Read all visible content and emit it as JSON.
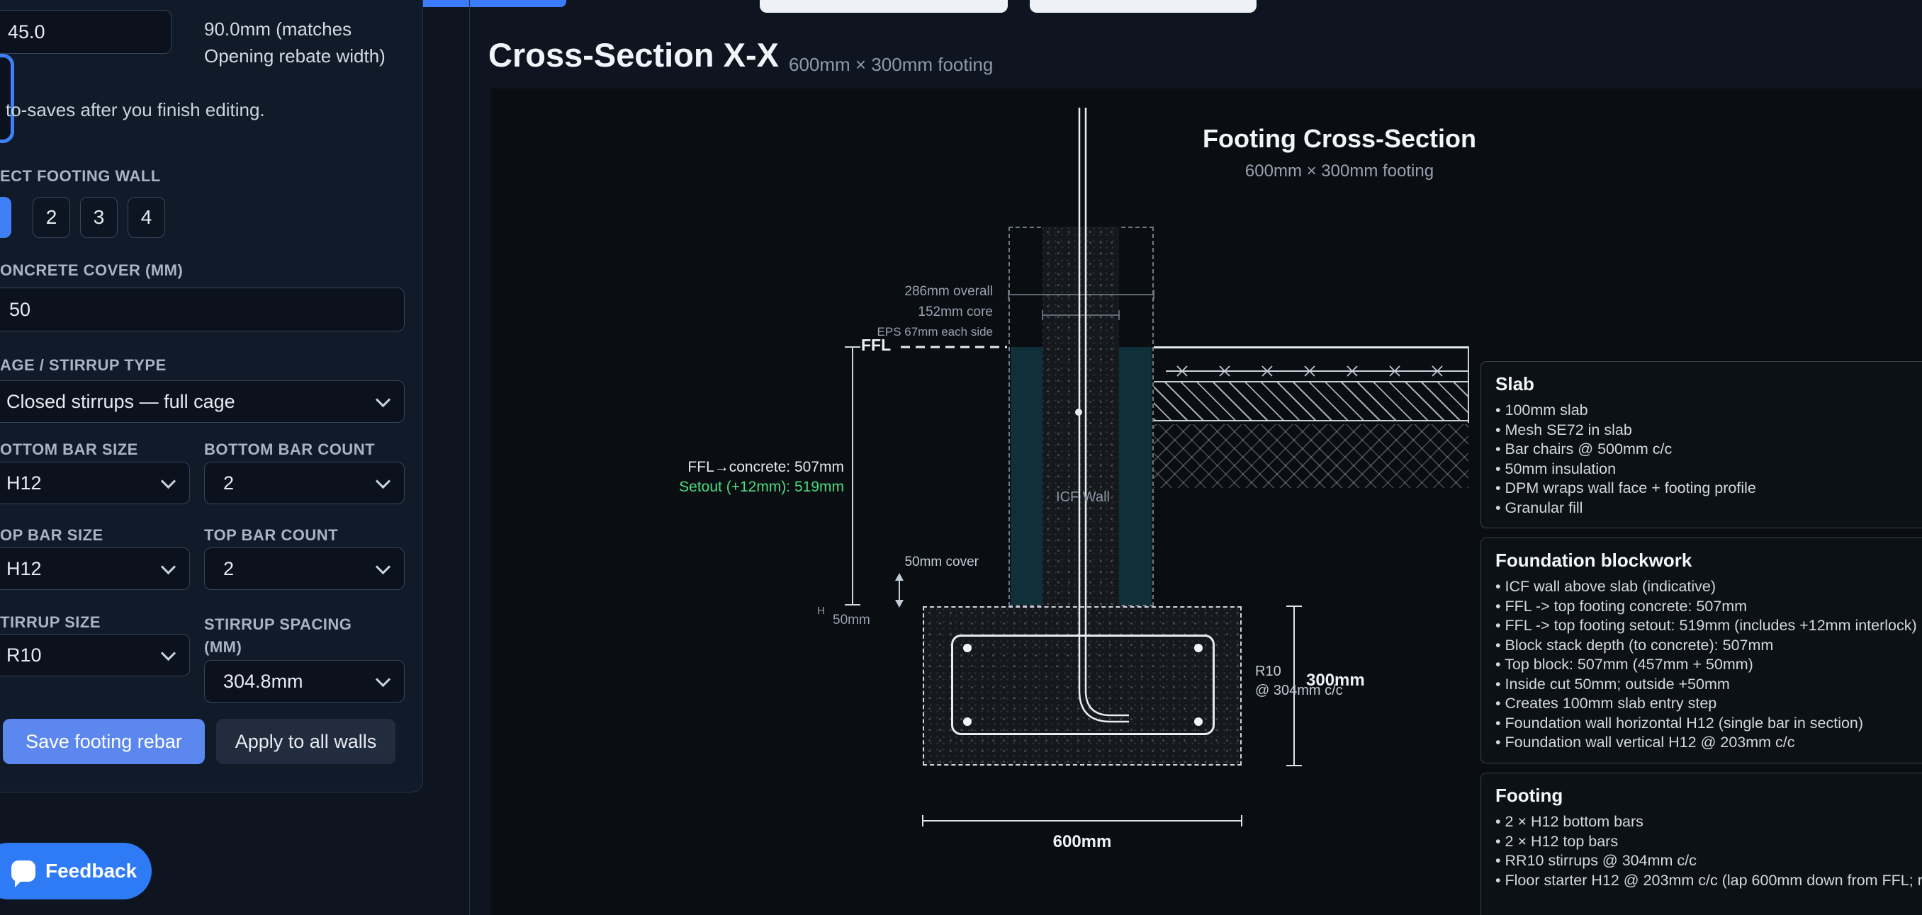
{
  "sidebar": {
    "angle_value": "45.0",
    "note_line1": "90.0mm (matches",
    "note_line2": "Opening rebate width)",
    "autosave": "to-saves after you finish editing.",
    "wall_label": "ECT FOOTING WALL",
    "wall_options": [
      "2",
      "3",
      "4"
    ],
    "cover_label": "ONCRETE COVER (MM)",
    "cover_value": "50",
    "cage_label": "AGE / STIRRUP TYPE",
    "cage_value": "Closed stirrups — full cage",
    "bottom_bar_size_label": "OTTOM BAR SIZE",
    "bottom_bar_size_value": "H12",
    "bottom_bar_count_label": "BOTTOM BAR COUNT",
    "bottom_bar_count_value": "2",
    "top_bar_size_label": "OP BAR SIZE",
    "top_bar_size_value": "H12",
    "top_bar_count_label": "TOP BAR COUNT",
    "top_bar_count_value": "2",
    "stirrup_size_label": "TIRRUP SIZE",
    "stirrup_size_value": "R10",
    "stirrup_spacing_label": "STIRRUP SPACING (MM)",
    "stirrup_spacing_value": "304.8mm",
    "save_label": "Save footing rebar",
    "apply_label": "Apply to all walls"
  },
  "feedback": {
    "label": "Feedback"
  },
  "main": {
    "title": "Cross-Section X-X",
    "subtitle": "600mm × 300mm footing"
  },
  "canvas": {
    "title": "Footing Cross-Section",
    "subtitle": "600mm × 300mm footing",
    "labels": {
      "overall": "286mm overall",
      "core": "152mm core",
      "eps": "EPS 67mm each side",
      "ffl": "FFL",
      "ffl_concrete": "FFL→concrete: 507mm",
      "setout": "Setout (+12mm): 519mm",
      "cover": "50mm cover",
      "fifty": "50mm",
      "h_marker": "H",
      "icf_wall": "ICF Wall",
      "stirrup_line1": "R10",
      "stirrup_line2": "@ 304mm c/c",
      "depth": "300mm",
      "width": "600mm"
    }
  },
  "panels": [
    {
      "title": "Slab",
      "items": [
        "100mm slab",
        "Mesh SE72 in slab",
        "Bar chairs @ 500mm c/c",
        "50mm insulation",
        "DPM wraps wall face + footing profile",
        "Granular fill"
      ]
    },
    {
      "title": "Foundation blockwork",
      "items": [
        "ICF wall above slab (indicative)",
        "FFL -> top footing concrete: 507mm",
        "FFL -> top footing setout: 519mm (includes +12mm interlock)",
        "Block stack depth (to concrete): 507mm",
        "Top block: 507mm (457mm + 50mm)",
        "Inside cut 50mm; outside +50mm",
        "Creates 100mm slab entry step",
        "Foundation wall horizontal H12 (single bar in section)",
        "Foundation wall vertical H12 @ 203mm c/c"
      ]
    },
    {
      "title": "Footing",
      "items": [
        "2 × H12 bottom bars",
        "2 × H12 top bars",
        "RR10 stirrups @ 304mm c/c",
        "Floor starter H12 @ 203mm c/c (lap 600mm down from FFL; r"
      ]
    }
  ],
  "colors": {
    "accent_blue": "#3f80f7",
    "save_blue": "#5b87ef",
    "setout_green": "#4ade80",
    "canvas_bg": "#0a0d12",
    "eps_teal": "#0f3038"
  }
}
